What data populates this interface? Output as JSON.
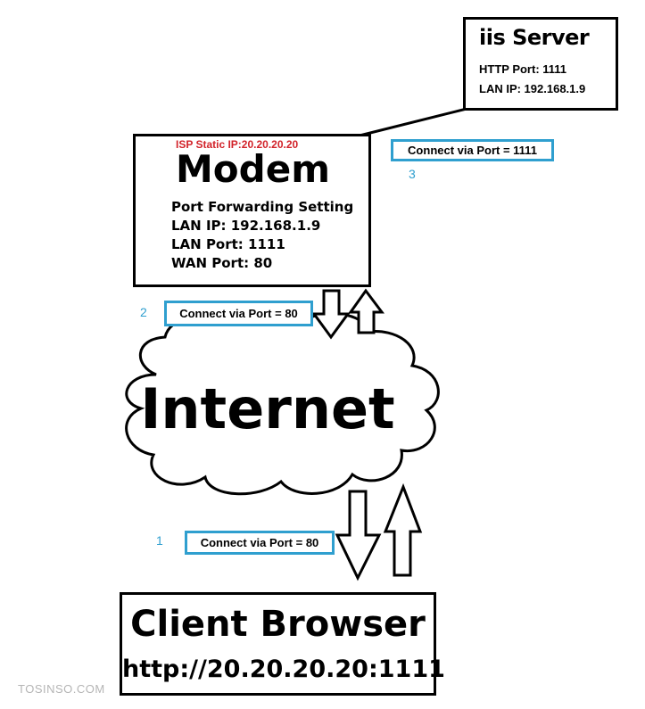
{
  "iis_server": {
    "title": "iis Server",
    "http_port": "HTTP Port: 1111",
    "lan_ip": "LAN IP: 192.168.1.9"
  },
  "modem": {
    "isp_ip": "ISP Static IP:20.20.20.20",
    "title": "Modem",
    "port_forwarding": "Port Forwarding Setting",
    "lan_ip": "LAN IP: 192.168.1.9",
    "lan_port": "LAN Port: 1111",
    "wan_port": "WAN Port: 80"
  },
  "internet": {
    "label": "Internet"
  },
  "client": {
    "title": "Client Browser",
    "url": "http://20.20.20.20:1111"
  },
  "steps": [
    {
      "number": "1",
      "label": "Connect via Port = 80"
    },
    {
      "number": "2",
      "label": "Connect via Port = 80"
    },
    {
      "number": "3",
      "label": "Connect via Port = 1111"
    }
  ],
  "watermark": "TOSINSO.COM",
  "colors": {
    "label_border": "#2f9fcf",
    "isp_text": "#d2232a",
    "step_number": "#2f9fcf"
  }
}
